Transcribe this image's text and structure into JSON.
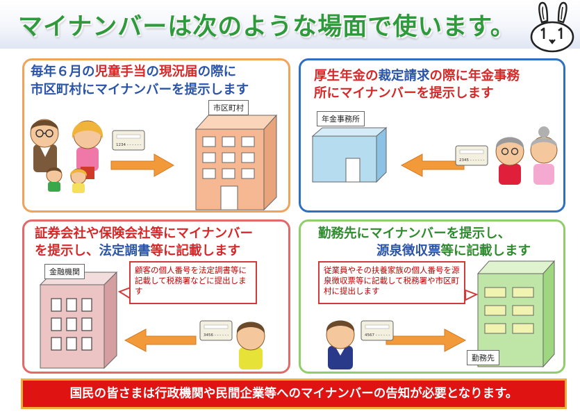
{
  "header": {
    "title": "マイナンバーは次のような場面で使います。"
  },
  "panel1": {
    "line1_a": "毎年６月の",
    "line1_b": "児童手当",
    "line1_c": "の",
    "line1_d": "現況届",
    "line1_e": "の際に",
    "line2": "市区町村にマイナンバーを提示します",
    "building_tag": "市区町村",
    "card_number": "1234 - - - - - -"
  },
  "panel2": {
    "line1_a": "厚生年金の",
    "line1_b": "裁定請求",
    "line1_c": "の際に年金事務",
    "line2": "所にマイナンバーを提示します",
    "building_tag": "年金事務所",
    "card_number": "2345 - - - - - -"
  },
  "panel3": {
    "line1": "証券会社や保険会社等にマイナンバー",
    "line2_a": "を提示し、",
    "line2_b": "法定調書",
    "line2_c": "等に記載します",
    "building_tag": "金融機関",
    "callout": "顧客の個人番号を法定調書等に記載して税務署などに提出します",
    "card_number": "3456 - - - - - -"
  },
  "panel4": {
    "line1": "勤務先にマイナンバーを提示し、",
    "line2_a": "源泉徴収票",
    "line2_b": "等に記載します",
    "building_tag": "勤務先",
    "callout": "従業員やその扶養家族の個人番号を源泉徴収票等に記載して税務署や市区町村に提出します",
    "card_number": "4567 - - - - - -"
  },
  "footer": {
    "text": "国民の皆さまは行政機関や民間企業等へのマイナンバーの告知が必要となります。"
  },
  "colors": {
    "green": "#2e8b2e",
    "blue": "#2a54a8",
    "red": "#d62828",
    "orange_arrow": "#f29a3a",
    "footer_red": "#e01313"
  }
}
